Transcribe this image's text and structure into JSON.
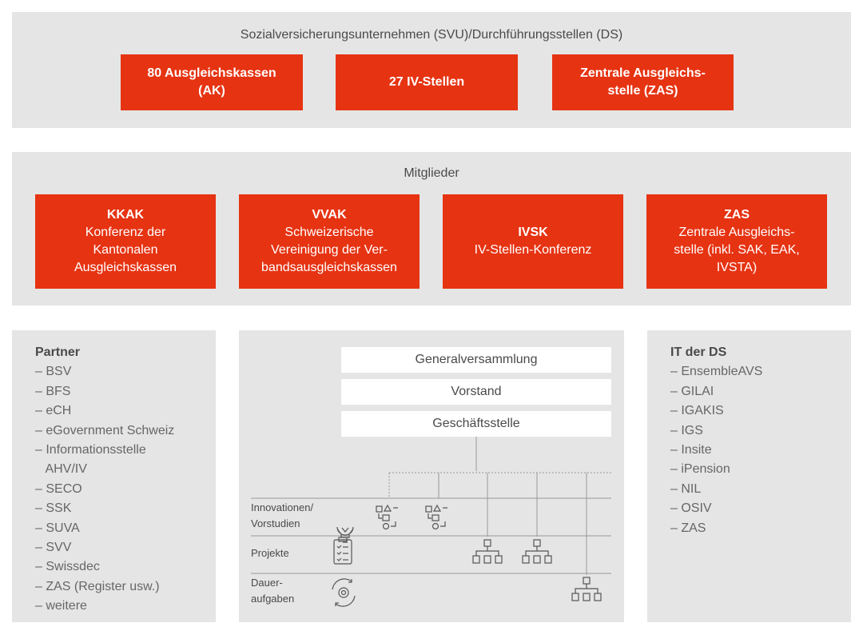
{
  "svu": {
    "title": "Sozialversicherungsunternehmen (SVU)/Durchführungsstellen (DS)",
    "boxes": [
      {
        "line1": "80 Ausgleichskassen",
        "line2": "(AK)"
      },
      {
        "line1": "27 IV-Stellen",
        "line2": ""
      },
      {
        "line1": "Zentrale Ausgleichs-",
        "line2": "stelle (ZAS)"
      }
    ]
  },
  "members": {
    "title": "Mitglieder",
    "boxes": [
      {
        "abbr": "KKAK",
        "lines": [
          "Konferenz der",
          "Kantonalen",
          "Ausgleichskassen"
        ]
      },
      {
        "abbr": "VVAK",
        "lines": [
          "Schweizerische",
          "Vereinigung der Ver-",
          "bandsausgleichskassen"
        ]
      },
      {
        "abbr": "IVSK",
        "lines": [
          "IV-Stellen-Konferenz"
        ]
      },
      {
        "abbr": "ZAS",
        "lines": [
          "Zentrale Ausgleichs-",
          "stelle (inkl. SAK, EAK,",
          "IVSTA)"
        ]
      }
    ]
  },
  "partner": {
    "heading": "Partner",
    "items": [
      "– BSV",
      "– BFS",
      "– eCH",
      "– eGovernment Schweiz",
      "– Informationsstelle",
      "   AHV/IV",
      "– SECO",
      "– SSK",
      "– SUVA",
      "– SVV",
      "– Swissdec",
      "– ZAS (Register usw.)",
      "– weitere"
    ]
  },
  "org": {
    "levels": [
      "Generalversammlung",
      "Vorstand",
      "Geschäftsstelle"
    ],
    "rows": [
      {
        "line1": "Innovationen/",
        "line2": "Vorstudien",
        "icon": "lightbulb-icon"
      },
      {
        "line1": "Projekte",
        "line2": "",
        "icon": "clipboard-checklist-icon"
      },
      {
        "line1": "Dauer-",
        "line2": "aufgaben",
        "icon": "gear-cycle-icon"
      }
    ],
    "colors": {
      "line": "#999999",
      "icon": "#555555"
    }
  },
  "it": {
    "heading": "IT der DS",
    "items": [
      "– EnsembleAVS",
      "– GILAI",
      "– IGAKIS",
      "– IGS",
      "– Insite",
      "– iPension",
      "– NIL",
      "– OSIV",
      "– ZAS"
    ]
  },
  "colors": {
    "red": "#e63312",
    "panel": "#e5e5e5",
    "text": "#4a4a4a"
  }
}
